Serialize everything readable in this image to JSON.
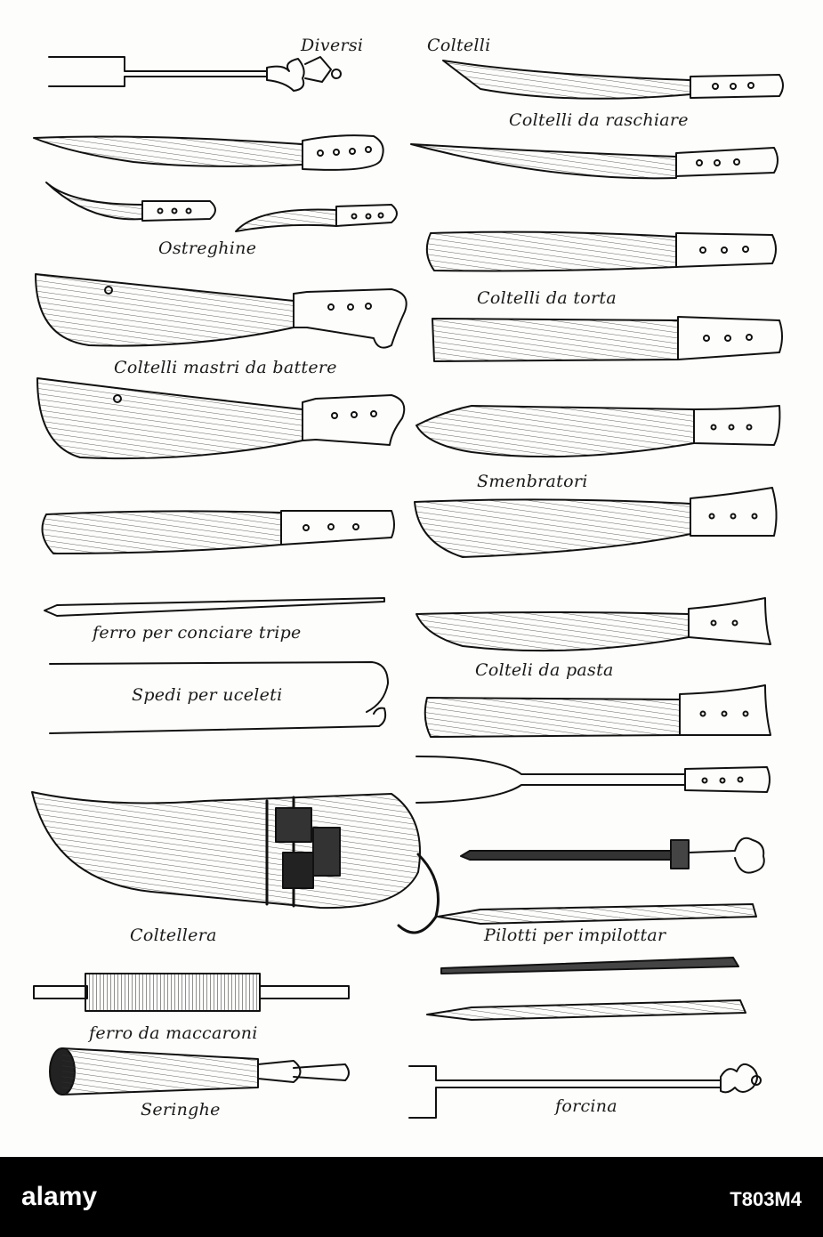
{
  "labels": {
    "diversi": "Diversi",
    "coltelli": "Coltelli",
    "raschiare": "Coltelli da raschiare",
    "ostreghine": "Ostreghine",
    "torta": "Coltelli da torta",
    "mastri": "Coltelli mastri da battere",
    "smenbratori": "Smenbratori",
    "tripe": "ferro per conciare tripe",
    "uceleti": "Spedi per uceleti",
    "pasta": "Colteli da pasta",
    "coltellera": "Coltellera",
    "pilotti": "Pilotti per impilottar",
    "maccaroni": "ferro da maccaroni",
    "seringhe": "Seringhe",
    "forcina": "forcina"
  },
  "footer": {
    "logo_text": "alamy",
    "image_id": "T803M4"
  }
}
